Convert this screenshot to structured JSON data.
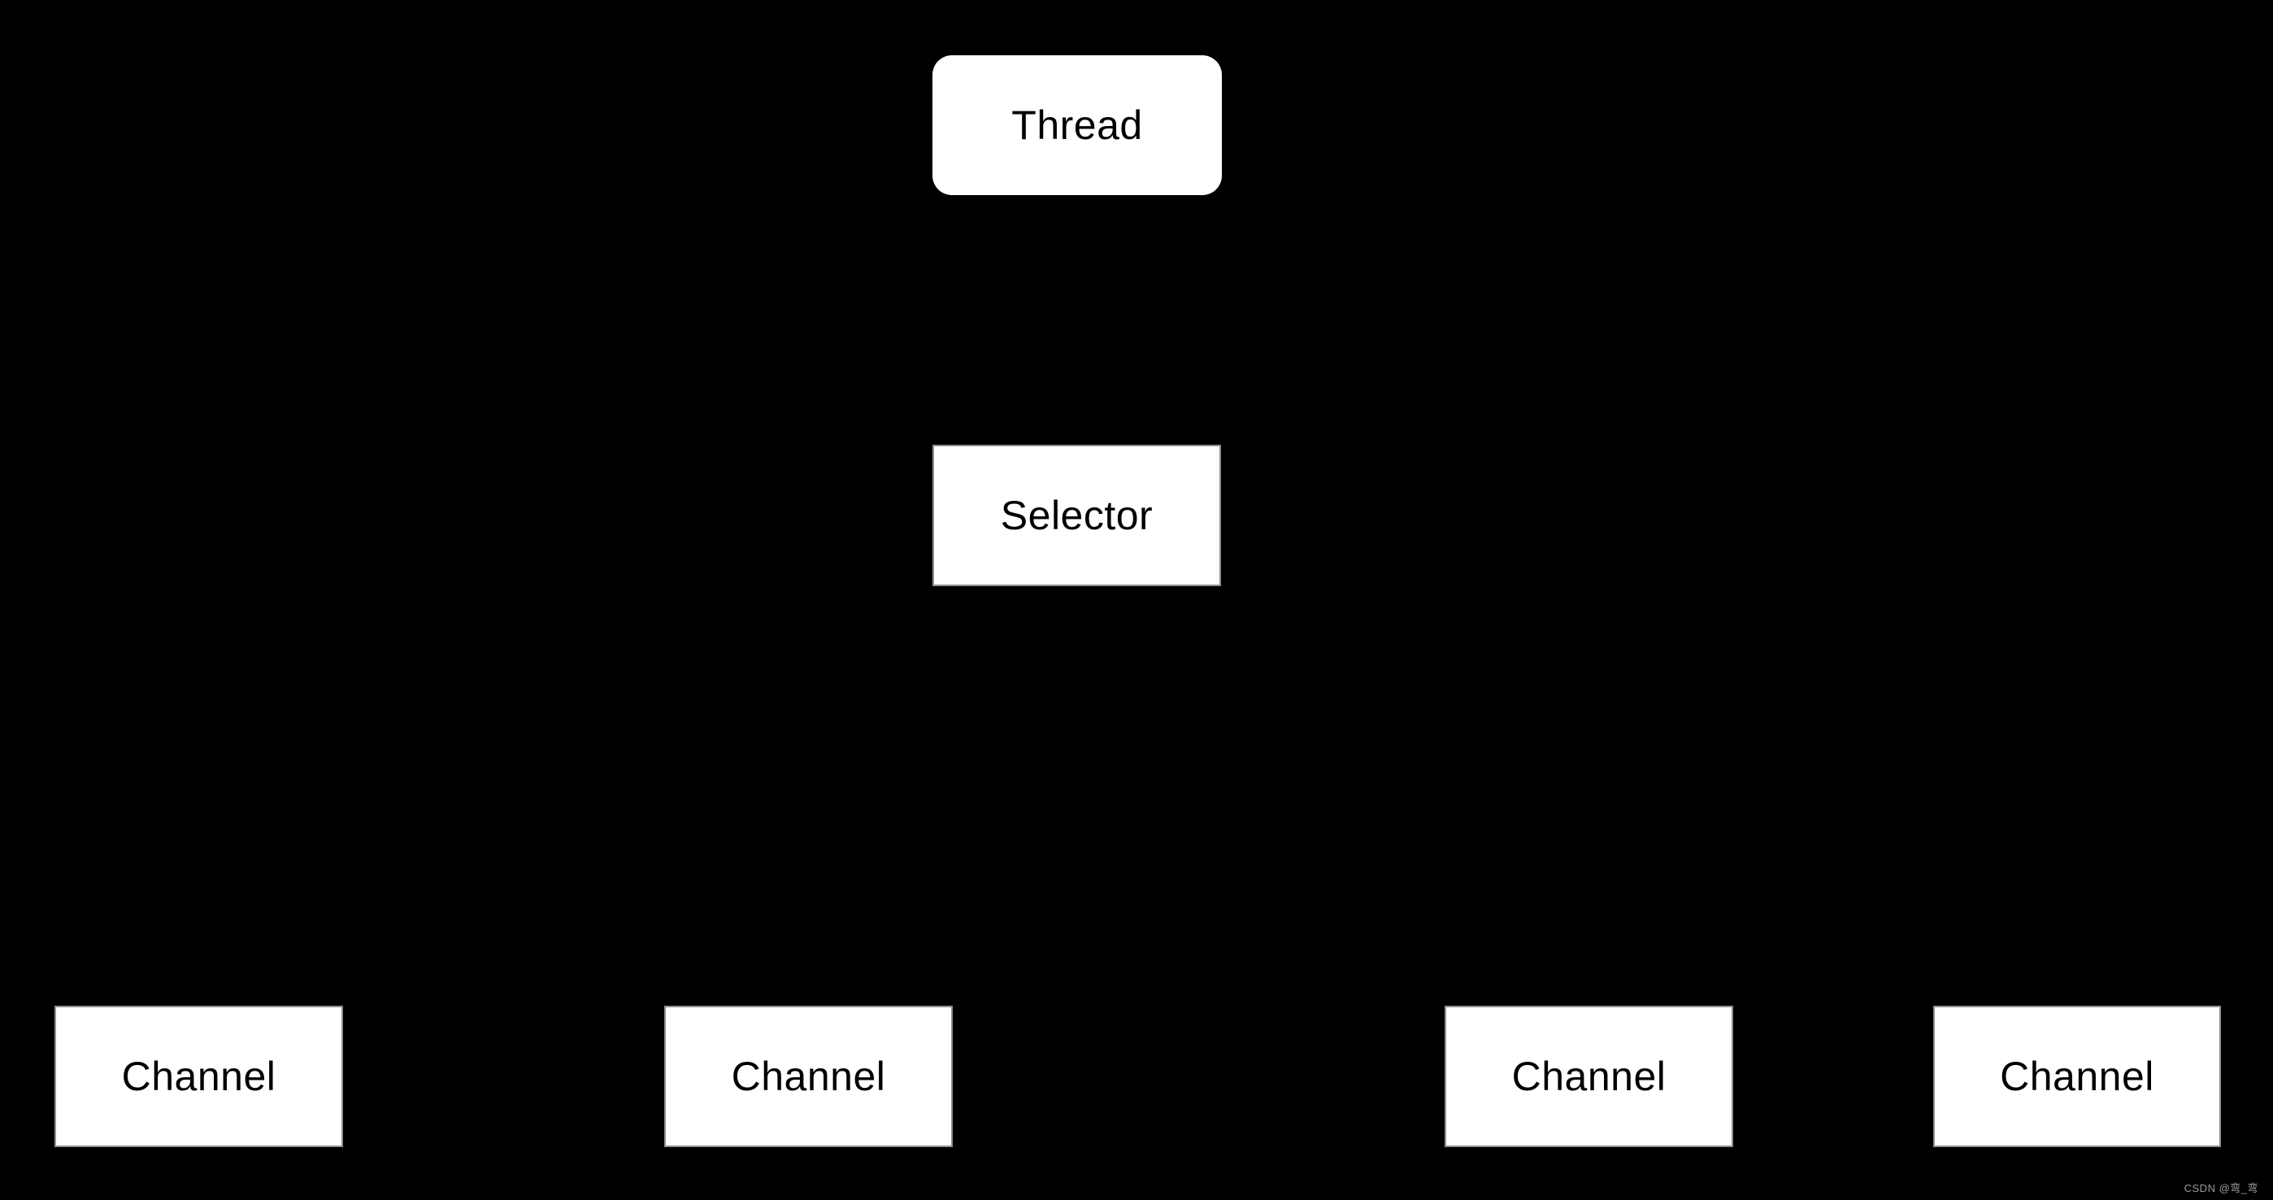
{
  "diagram": {
    "nodes": [
      {
        "id": "thread",
        "label": "Thread",
        "shape": "rounded-rect"
      },
      {
        "id": "selector",
        "label": "Selector",
        "shape": "rect"
      },
      {
        "id": "channel-1",
        "label": "Channel",
        "shape": "rect"
      },
      {
        "id": "channel-2",
        "label": "Channel",
        "shape": "rect"
      },
      {
        "id": "channel-3",
        "label": "Channel",
        "shape": "rect"
      },
      {
        "id": "channel-4",
        "label": "Channel",
        "shape": "rect"
      }
    ]
  },
  "watermark": {
    "text": "CSDN @弯_弯",
    "color": "#9b9b9b"
  },
  "colors": {
    "background": "#000000",
    "node_fill": "#ffffff",
    "node_text": "#000000",
    "node_border": "#8f8f8f"
  }
}
